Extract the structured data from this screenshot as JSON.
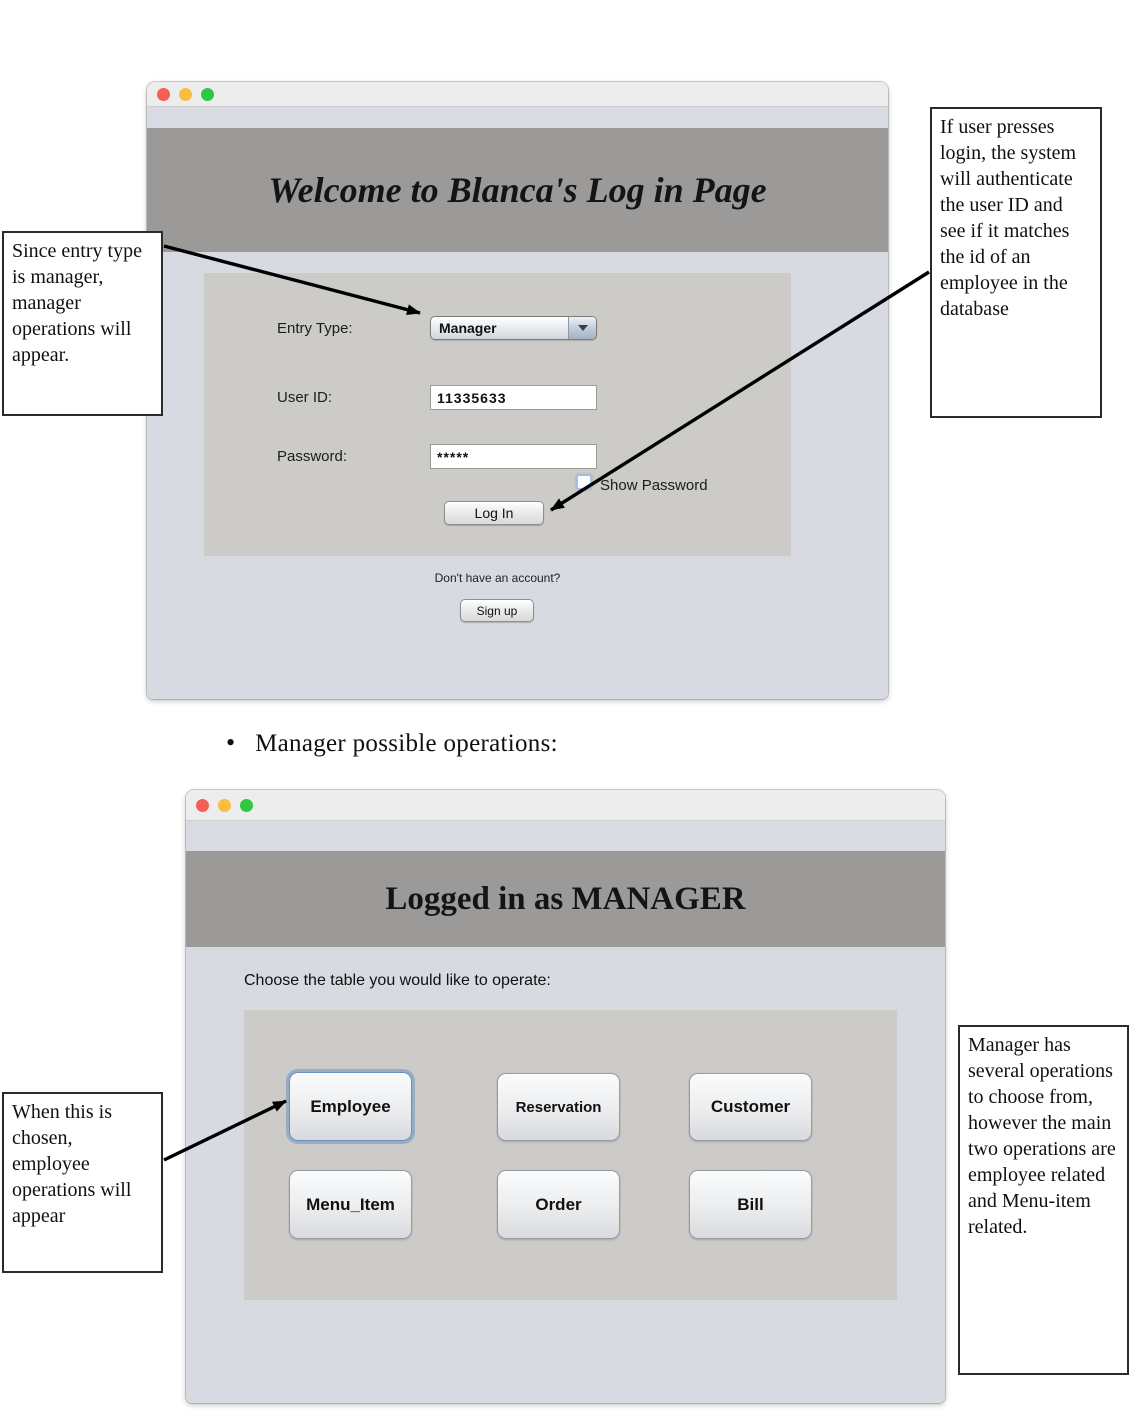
{
  "colors": {
    "window_body": "#d7dae1",
    "window_titlebar": "#ededee",
    "header_strip": "#d9dbe2",
    "banner_gray": "#9b9a99",
    "panel_gray": "#cccbc7",
    "traffic_red": "#f45f57",
    "traffic_yellow": "#fcbc40",
    "traffic_green": "#2fc840",
    "focus_ring_blue": "#7d9cc5",
    "annotation_stroke": "#000000"
  },
  "login_window": {
    "title": "Welcome to Blanca's Log in Page",
    "form": {
      "entry_type_label": "Entry Type:",
      "entry_type_value": "Manager",
      "user_id_label": "User ID:",
      "user_id_value": "11335633",
      "password_label": "Password:",
      "password_value": "*****",
      "show_password_label": "Show Password",
      "login_button_label": "Log In"
    },
    "signup_prompt": "Don't have an account?",
    "signup_button_label": "Sign up"
  },
  "document": {
    "bullet_symbol": "•",
    "bullet_text": "Manager possible operations:",
    "callout_entry_type": "Since entry type is manager, manager operations will appear.",
    "callout_login": "If user presses login, the system will authenticate the user ID and see if it matches the id of an employee in the database",
    "callout_employee": "When this is chosen, employee operations will appear",
    "callout_manager_ops": "Manager has several operations to choose from, however the main two operations are employee related and Menu-item related."
  },
  "manager_window": {
    "title": "Logged in as MANAGER",
    "prompt": "Choose the table you would like to operate:",
    "table_buttons": [
      "Employee",
      "Reservation",
      "Customer",
      "Menu_Item",
      "Order",
      "Bill"
    ]
  }
}
